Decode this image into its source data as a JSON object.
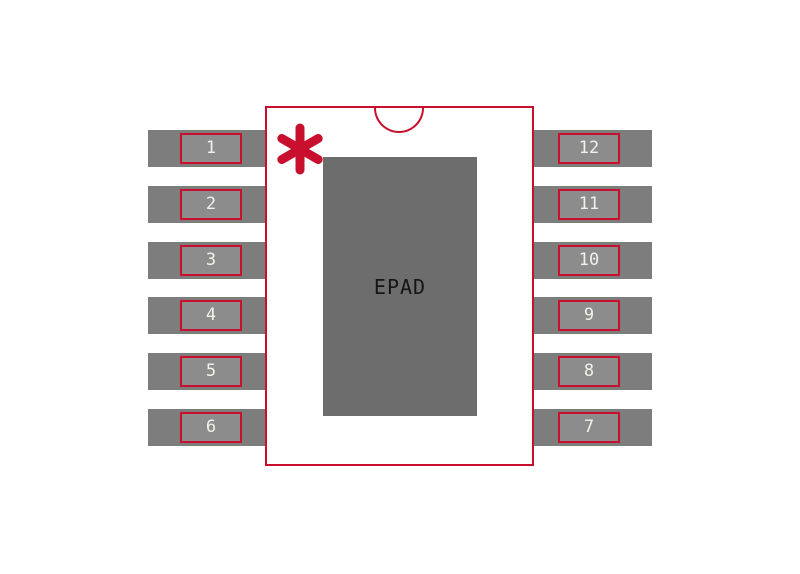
{
  "package": {
    "epad_label": "EPAD",
    "pin1_marker": "asterisk-icon",
    "notch": "top-center-half-circle"
  },
  "pins": {
    "left": [
      {
        "number": "1"
      },
      {
        "number": "2"
      },
      {
        "number": "3"
      },
      {
        "number": "4"
      },
      {
        "number": "5"
      },
      {
        "number": "6"
      }
    ],
    "right": [
      {
        "number": "12"
      },
      {
        "number": "11"
      },
      {
        "number": "10"
      },
      {
        "number": "9"
      },
      {
        "number": "8"
      },
      {
        "number": "7"
      }
    ]
  },
  "colors": {
    "accent_red": "#c8102e",
    "land_gray": "#7d7d7d",
    "pin_fill_gray": "#8c8c8c",
    "epad_gray": "#6d6d6d",
    "pin_number_text": "#f2f1ea",
    "epad_text": "#151515"
  }
}
